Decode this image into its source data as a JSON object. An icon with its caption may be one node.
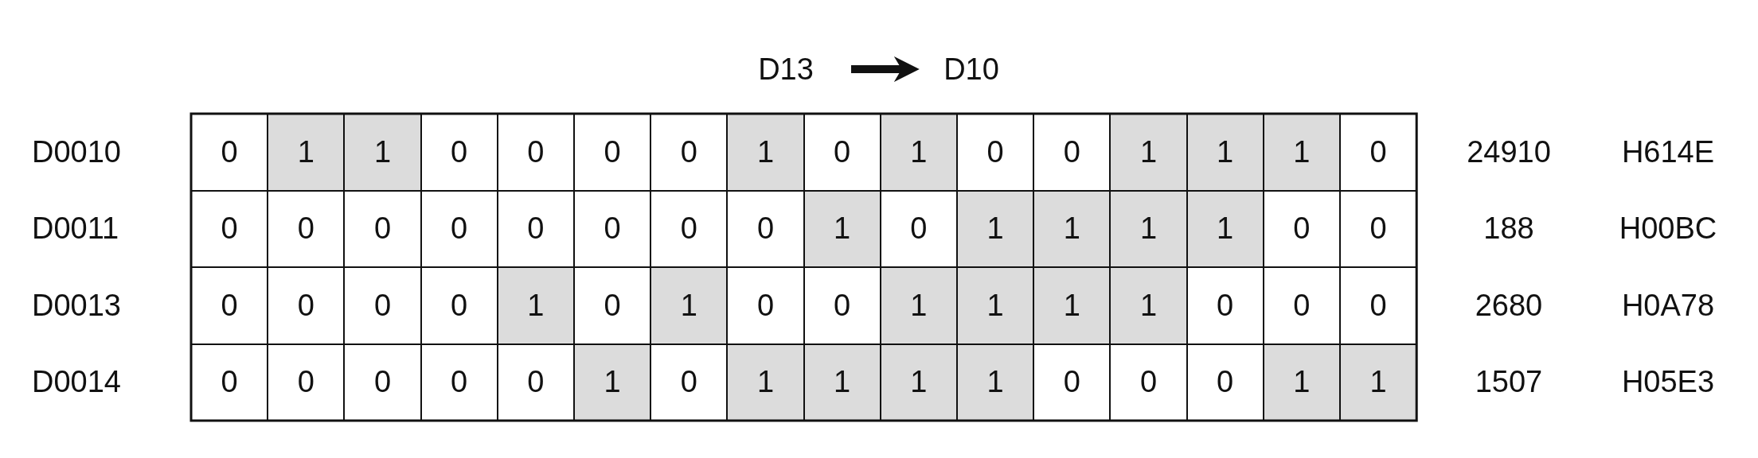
{
  "diagram": {
    "nodes": [
      {
        "text": [
          "D13"
        ]
      },
      {
        "text": [
          "D10"
        ]
      }
    ],
    "edges": [
      {
        "from": 0,
        "to": 1,
        "arrow": "to"
      }
    ],
    "labels": [
      "D0010",
      "0",
      "1",
      "1",
      "0",
      "0",
      "0",
      "0",
      "1",
      "0",
      "1",
      "0",
      "0",
      "1",
      "1",
      "1",
      "0",
      "24910",
      "H614E",
      "D0011",
      "0",
      "0",
      "0",
      "0",
      "0",
      "0",
      "0",
      "0",
      "1",
      "0",
      "1",
      "1",
      "1",
      "1",
      "0",
      "0",
      "188",
      "H00BC",
      "D0013",
      "0",
      "0",
      "0",
      "0",
      "1",
      "0",
      "1",
      "0",
      "0",
      "1",
      "1",
      "1",
      "1",
      "0",
      "0",
      "0",
      "2680",
      "H0A78",
      "D0014",
      "0",
      "0",
      "0",
      "0",
      "0",
      "1",
      "0",
      "1",
      "1",
      "1",
      "1",
      "0",
      "0",
      "0",
      "1",
      "1",
      "1507",
      "H05E3"
    ]
  }
}
